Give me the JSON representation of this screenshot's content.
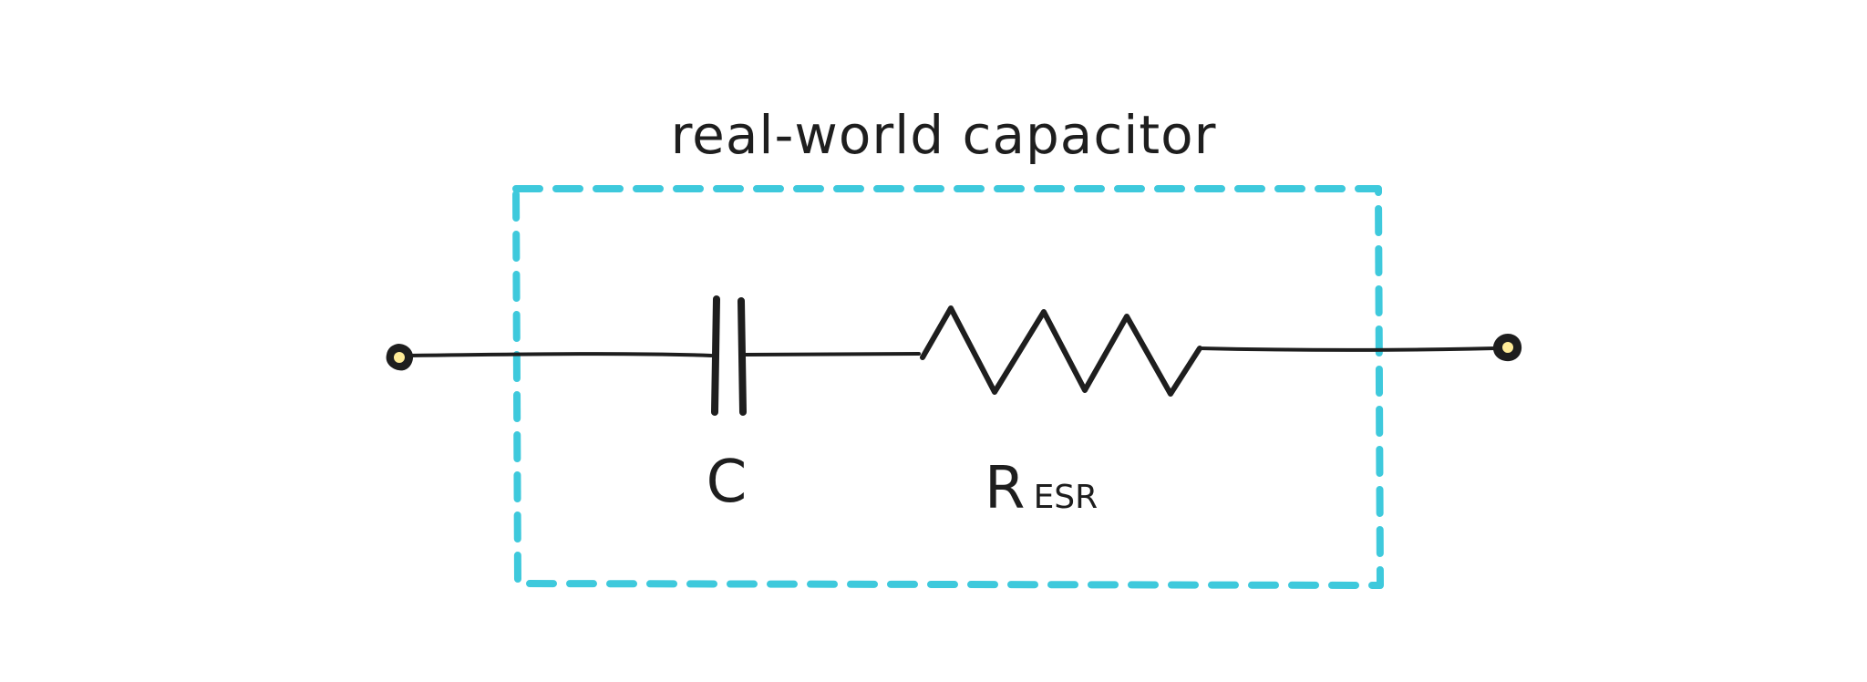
{
  "diagram": {
    "title": "real-world capacitor",
    "components": [
      {
        "symbol": "capacitor",
        "label": "C",
        "subscript": ""
      },
      {
        "symbol": "resistor",
        "label": "R",
        "subscript": "ESR"
      }
    ],
    "colors": {
      "stroke": "#1e1e1e",
      "boundary": "#3ec9dc",
      "terminal_fill": "#ffec99",
      "background": "#ffffff"
    }
  }
}
